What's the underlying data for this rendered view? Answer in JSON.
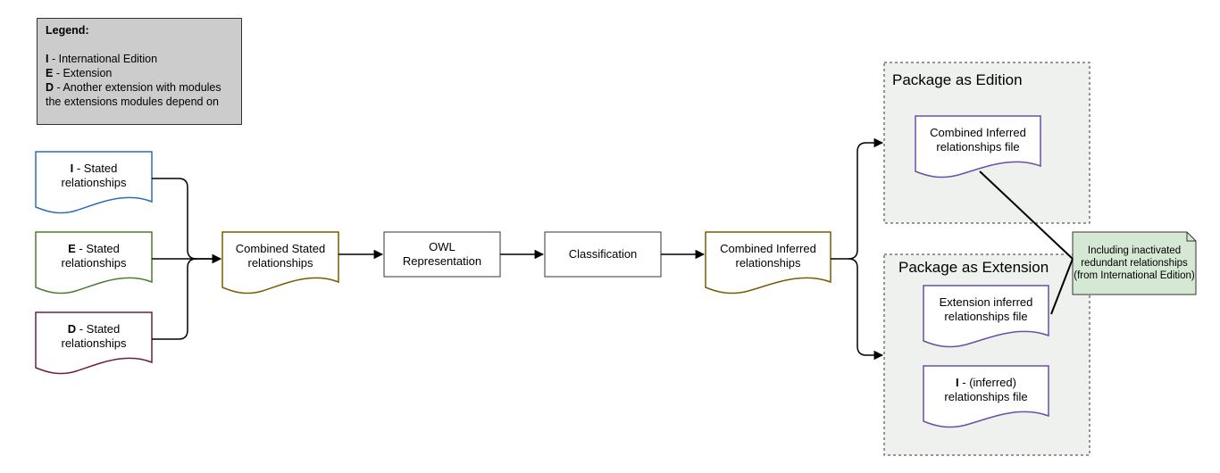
{
  "legend": {
    "title": "Legend:",
    "items": [
      {
        "key": "I",
        "sep": " - ",
        "text": "International Edition"
      },
      {
        "key": "E",
        "sep": " - ",
        "text": "Extension"
      },
      {
        "key": "D",
        "sep": " - ",
        "text": "Another extension with modules the extensions modules depend on"
      }
    ]
  },
  "inputs": [
    {
      "key": "I",
      "sep": " - ",
      "line1": "Stated",
      "line2": "relationships",
      "color": "#2d6db5"
    },
    {
      "key": "E",
      "sep": " - ",
      "line1": "Stated",
      "line2": "relationships",
      "color": "#4a7d2c"
    },
    {
      "key": "D",
      "sep": " - ",
      "line1": "Stated",
      "line2": "relationships",
      "color": "#6b1f47"
    }
  ],
  "pipeline": {
    "combined_stated": {
      "line1": "Combined Stated",
      "line2": "relationships",
      "color": "#7a5c00"
    },
    "owl": {
      "line1": "OWL",
      "line2": "Representation"
    },
    "classification": {
      "label": "Classification"
    },
    "combined_inferred": {
      "line1": "Combined Inferred",
      "line2": "relationships",
      "color": "#7a5c00"
    }
  },
  "edition_package": {
    "title": "Package as Edition",
    "file": {
      "line1": "Combined Inferred",
      "line2": "relationships file",
      "color": "#6a4fa8"
    }
  },
  "extension_package": {
    "title": "Package as Extension",
    "files": [
      {
        "line1": "Extension inferred",
        "line2": "relationships file",
        "color": "#6a4fa8"
      },
      {
        "key": "I",
        "sep": " - ",
        "line1": "(inferred)",
        "line2": "relationships file",
        "color": "#6a4fa8"
      }
    ]
  },
  "note": {
    "text": "Including inactivated redundant relationships (from International Edition)",
    "fill": "#d5e8d4"
  },
  "colors": {
    "container_fill": "#eff1ef",
    "line": "#000000"
  }
}
